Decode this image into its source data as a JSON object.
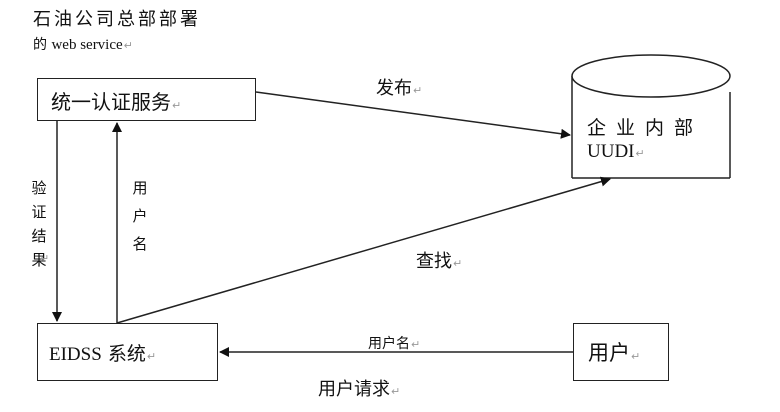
{
  "diagram": {
    "title_line1": "石油公司总部部署",
    "title_line2_prefix": "的",
    "title_line2_suffix": "web service",
    "return_mark": "↵",
    "nodes": {
      "auth_service": {
        "label": "统一认证服务"
      },
      "uddi_registry": {
        "label_line1": "企业内部",
        "label_line2": "UUDI"
      },
      "eidss_system": {
        "label_en": "EIDSS",
        "label_zh": "系统"
      },
      "user": {
        "label": "用户"
      }
    },
    "edges": [
      {
        "from": "auth_service",
        "to": "uddi_registry",
        "label": "发布"
      },
      {
        "from": "eidss_system",
        "to": "uddi_registry",
        "label": "查找"
      },
      {
        "from": "auth_service",
        "to": "eidss_system",
        "label": "验证结果"
      },
      {
        "from": "eidss_system",
        "to": "auth_service",
        "label": "用户名"
      },
      {
        "from": "user",
        "to": "eidss_system",
        "label": "用户名"
      }
    ],
    "bottom_caption": "用户请求",
    "colors": {
      "stroke": "#222222",
      "text": "#111111",
      "return_mark": "#999999"
    }
  }
}
